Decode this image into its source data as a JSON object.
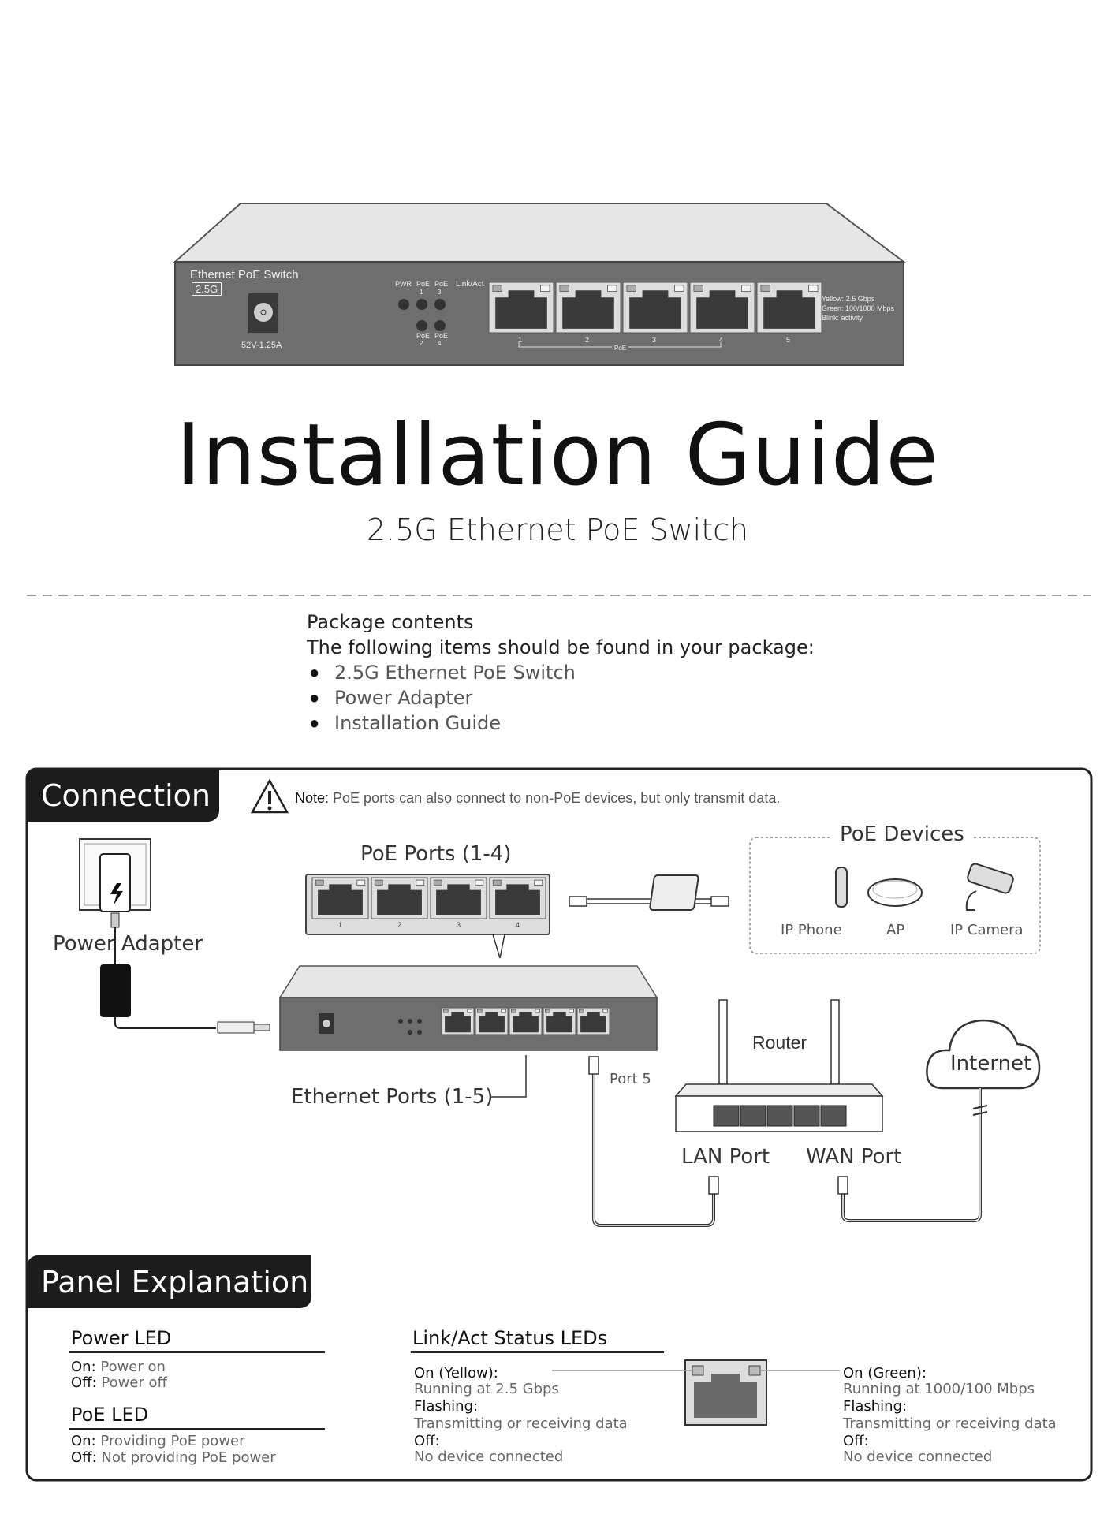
{
  "device_front": {
    "brand": "Ethernet PoE Switch",
    "speed_badge": "2.5G",
    "power_rating": "52V-1.25A",
    "led_labels": [
      "PWR",
      "PoE",
      "PoE",
      "PoE",
      "PoE"
    ],
    "led_numbers": [
      "1",
      "3",
      "2",
      "4"
    ],
    "link_act_label": "Link/Act",
    "port_numbers": [
      "1",
      "2",
      "3",
      "4",
      "5"
    ],
    "poe_bracket_label": "PoE",
    "legend": [
      "Yellow: 2.5 Gbps",
      "Green: 100/1000 Mbps",
      "Blink: activity"
    ]
  },
  "title": "Installation Guide",
  "subtitle": "2.5G Ethernet PoE Switch",
  "package": {
    "heading": "Package contents",
    "intro": "The following items should be found in your package:",
    "items": [
      "2.5G Ethernet PoE Switch",
      "Power Adapter",
      "Installation Guide"
    ]
  },
  "connection": {
    "tab": "Connection",
    "note_label": "Note:",
    "note_text": " PoE ports can also connect to non-PoE devices, but only transmit data.",
    "power_adapter": "Power Adapter",
    "poe_ports": "PoE Ports (1-4)",
    "poe_port_numbers": [
      "1",
      "2",
      "3",
      "4"
    ],
    "poe_devices": {
      "title": "PoE Devices",
      "items": [
        "IP Phone",
        "AP",
        "IP Camera"
      ]
    },
    "ethernet_ports": "Ethernet Ports (1-5)",
    "port5": "Port 5",
    "router": "Router",
    "lan_port": "LAN Port",
    "wan_port": "WAN Port",
    "internet": "Internet"
  },
  "panel": {
    "tab": "Panel Explanation",
    "power_led": {
      "title": "Power LED",
      "rows": [
        {
          "k": "On:",
          "v": " Power on"
        },
        {
          "k": "Off:",
          "v": " Power off"
        }
      ]
    },
    "poe_led": {
      "title": "PoE LED",
      "rows": [
        {
          "k": "On:",
          "v": " Providing PoE power"
        },
        {
          "k": "Off:",
          "v": " Not providing PoE power"
        }
      ]
    },
    "link_act": {
      "title": "Link/Act Status LEDs",
      "yellow": [
        "On (Yellow):",
        "Running at 2.5 Gbps",
        "Flashing:",
        "Transmitting or receiving data",
        "Off:",
        "No device connected"
      ],
      "green": [
        "On (Green):",
        "Running at 1000/100 Mbps",
        "Flashing:",
        "Transmitting or receiving data",
        "Off:",
        "No device connected"
      ]
    }
  },
  "colors": {
    "panel_dark": "#1c1c1c",
    "device_gray": "#6e6e6e",
    "device_top": "#e6e6e6",
    "port_dark": "#3a3a3a"
  }
}
